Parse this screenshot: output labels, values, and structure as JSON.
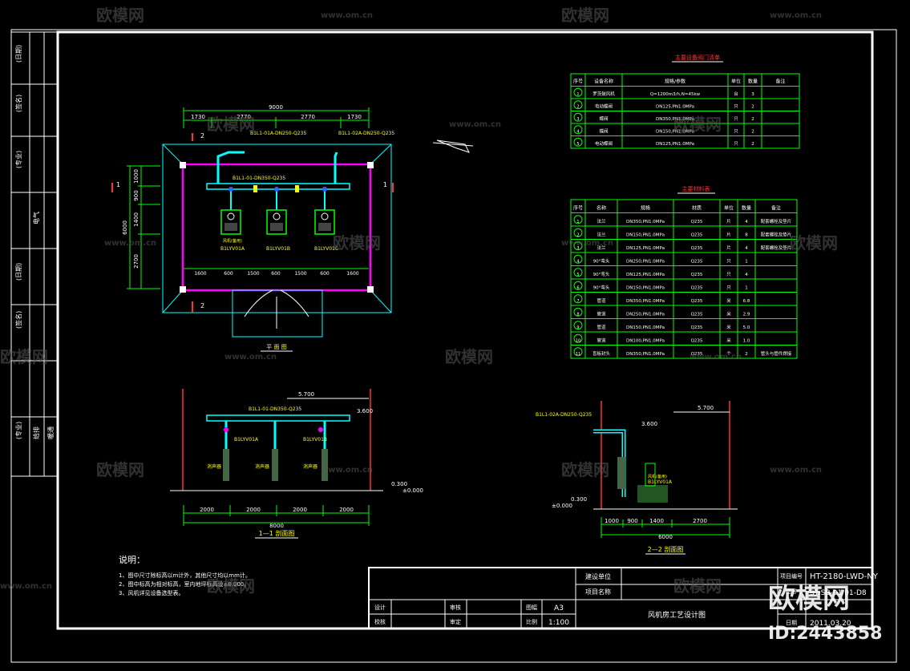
{
  "watermark": {
    "brand": "欧模网",
    "url": "www.om.cn",
    "id": "ID:2443858"
  },
  "side_strip": {
    "labels": [
      "(日期)",
      "(签名)",
      "(专业)",
      "(日期)",
      "(签名)",
      "(专业)"
    ],
    "row_labels": [
      "给排",
      "暖通",
      "电气"
    ]
  },
  "plan": {
    "title": "平 面 图",
    "total_width": "9000",
    "top_dims": [
      "1730",
      "2770",
      "2770",
      "1730"
    ],
    "left_dims": [
      "1000",
      "900",
      "1400",
      "2700"
    ],
    "left_total": "6000",
    "bottom_dims": [
      "1600",
      "600",
      "1500",
      "600",
      "1500",
      "600",
      "1600"
    ],
    "pipe_label_1": "B1L1-01A-DN250-Q235",
    "pipe_label_2": "B1L1-02A-DN250-Q235",
    "main_pipe_label": "B1L1-01-DN350-Q235",
    "fans": [
      "B1LYV01A",
      "B1LYV01B",
      "B1LYV01C"
    ],
    "fan_note": "风机(备用)",
    "section_marks": [
      "1",
      "1",
      "2",
      "2"
    ]
  },
  "section11": {
    "title": "1—1 剖面图",
    "elev_top": "5.700",
    "elev_pipe": "3.600",
    "elev_floor": "0.300",
    "elev_zero": "±0.000",
    "pipe_label": "B1L1-01-DN350-Q235",
    "fan_labels": [
      "B1LYV01A",
      "B1LYV01B"
    ],
    "silencer": "消声器",
    "dims": [
      "2000",
      "2000",
      "2000",
      "2000"
    ],
    "total": "8000"
  },
  "section22": {
    "title": "2—2 剖面图",
    "elev_top": "5.700",
    "elev_pipe": "3.600",
    "elev_floor": "0.300",
    "elev_zero": "±0.000",
    "pipe_label": "B1L1-02A-DN250-Q235",
    "fan_label": "B1LYV01A",
    "fan_note": "风机(备用)",
    "dims": [
      "1000",
      "900",
      "1400",
      "2700"
    ],
    "total": "6000"
  },
  "equipment_table": {
    "title": "主要设备阀门清单",
    "headers": [
      "序号",
      "设备名称",
      "规格/参数",
      "单位",
      "数量",
      "备注"
    ],
    "rows": [
      [
        "1",
        "罗茨鼓风机",
        "Q=1200m3/h,N=45kw",
        "台",
        "3",
        ""
      ],
      [
        "2",
        "电动蝶阀",
        "DN125,PN1.0MPa",
        "只",
        "2",
        ""
      ],
      [
        "3",
        "蝶阀",
        "DN350,PN1.0MPa",
        "只",
        "2",
        ""
      ],
      [
        "4",
        "蝶阀",
        "DN150,PN1.0MPa",
        "只",
        "2",
        ""
      ],
      [
        "5",
        "电动蝶阀",
        "DN125,PN1.0MPa",
        "只",
        "2",
        ""
      ]
    ]
  },
  "material_table": {
    "title": "主要材料表",
    "headers": [
      "序号",
      "名称",
      "规格",
      "材质",
      "单位",
      "数量",
      "备注"
    ],
    "rows": [
      [
        "1",
        "法兰",
        "DN350,PN1.0MPa",
        "Q235",
        "片",
        "4",
        "配套螺栓及垫片"
      ],
      [
        "2",
        "法兰",
        "DN150,PN1.0MPa",
        "Q235",
        "片",
        "8",
        "配套螺栓及垫片"
      ],
      [
        "3",
        "法兰",
        "DN125,PN1.0MPa",
        "Q235",
        "片",
        "4",
        "配套螺栓及垫片"
      ],
      [
        "4",
        "90°弯头",
        "DN250,PN1.0MPa",
        "Q235",
        "只",
        "1",
        ""
      ],
      [
        "5",
        "90°弯头",
        "DN125,PN1.0MPa",
        "Q235",
        "只",
        "4",
        ""
      ],
      [
        "6",
        "90°弯头",
        "DN150,PN1.0MPa",
        "Q235",
        "只",
        "1",
        ""
      ],
      [
        "7",
        "管道",
        "DN350,PN1.0MPa",
        "Q235",
        "米",
        "6.8",
        ""
      ],
      [
        "8",
        "管道",
        "DN250,PN1.0MPa",
        "Q235",
        "米",
        "2.9",
        ""
      ],
      [
        "9",
        "管道",
        "DN150,PN1.0MPa",
        "Q235",
        "米",
        "5.0",
        ""
      ],
      [
        "10",
        "管道",
        "DN100,PN1.0MPa",
        "Q235",
        "米",
        "1.0",
        ""
      ],
      [
        "11",
        "盲板封头",
        "DN350,PN1.0MPa",
        "Q235",
        "个",
        "2",
        "管头与管件焊接"
      ]
    ]
  },
  "notes": {
    "heading": "说明：",
    "items": [
      "1、图中尺寸除标高以m计外，其他尺寸均以mm计。",
      "2、图中标高为相对标高，室内地坪标高设±0.000。",
      "3、风机详见设备选型表。"
    ]
  },
  "title_block": {
    "unit_label": "建设单位",
    "project_label": "项目名称",
    "project_code_label": "项目编号",
    "project_code": "HT-2180-LWD-NY",
    "drawing_no_label": "图号",
    "drawing_no": "ST-SB-01/01-D8",
    "date_label": "日期",
    "date": "2011.03.20",
    "design": "设计",
    "check": "校核",
    "review": "审核",
    "approve": "审定",
    "size_label": "图幅",
    "size": "A3",
    "scale_label": "比例",
    "scale": "1:100",
    "drawing_title": "风机房工艺设计图"
  },
  "colors": {
    "background": "#000000",
    "frame": "#ffffff",
    "dim": "#00ff00",
    "wall": "#00ffff",
    "room": "#ff00ff",
    "pipe": "#00ffff",
    "text_yellow": "#ffff00",
    "table": "#00ff00",
    "title_red": "#ff3333"
  }
}
